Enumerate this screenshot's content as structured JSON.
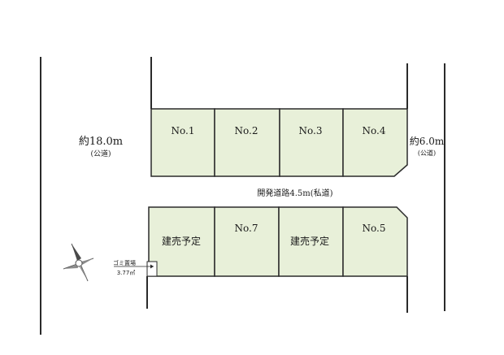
{
  "roads": {
    "west": {
      "label": "約18.0m",
      "sub": "(公道)"
    },
    "east": {
      "label": "約6.0m",
      "sub": "(公道)"
    },
    "center": {
      "label": "開発道路4.5m(私道)"
    }
  },
  "lots": {
    "north": [
      {
        "id": "lot-1",
        "label": "No.1"
      },
      {
        "id": "lot-2",
        "label": "No.2"
      },
      {
        "id": "lot-3",
        "label": "No.3"
      },
      {
        "id": "lot-4",
        "label": "No.4"
      }
    ],
    "south": [
      {
        "id": "lot-kenuri-west",
        "label": "建売予定"
      },
      {
        "id": "lot-7",
        "label": "No.7"
      },
      {
        "id": "lot-kenuri-east",
        "label": "建売予定"
      },
      {
        "id": "lot-5",
        "label": "No.5"
      }
    ]
  },
  "garbage": {
    "label": "ゴミ置場",
    "size": "3.77㎡"
  },
  "compass": {
    "icon": "north-arrow-icon"
  },
  "colors": {
    "lot_fill": "#e8f0d9",
    "line": "#2a2a2a"
  }
}
